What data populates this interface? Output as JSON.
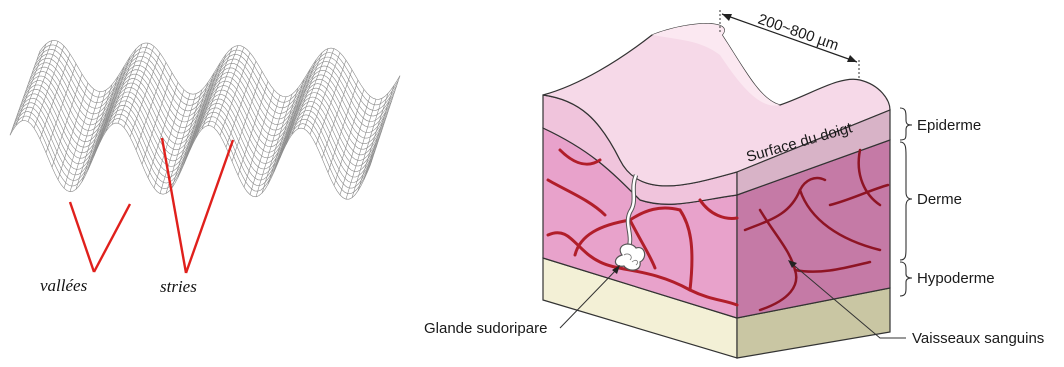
{
  "left_figure": {
    "labels": {
      "valleys": "vallées",
      "ridges": "stries"
    }
  },
  "right_figure": {
    "dimension": "200~800 µm",
    "surface": "Surface du doigt",
    "layers": {
      "epidermis": "Epiderme",
      "dermis": "Derme",
      "hypodermis": "Hypoderme"
    },
    "callouts": {
      "sweat_gland": "Glande sudoripare",
      "blood_vessels": "Vaisseaux sanguins"
    }
  },
  "colors": {
    "red_lines": "#e0201c",
    "epidermis": "#f1cfe0",
    "dermis": "#e494c4",
    "dermis_side": "#c57aa6",
    "hypodermis": "#f3f0d6",
    "vessels": "#b11e2a"
  }
}
